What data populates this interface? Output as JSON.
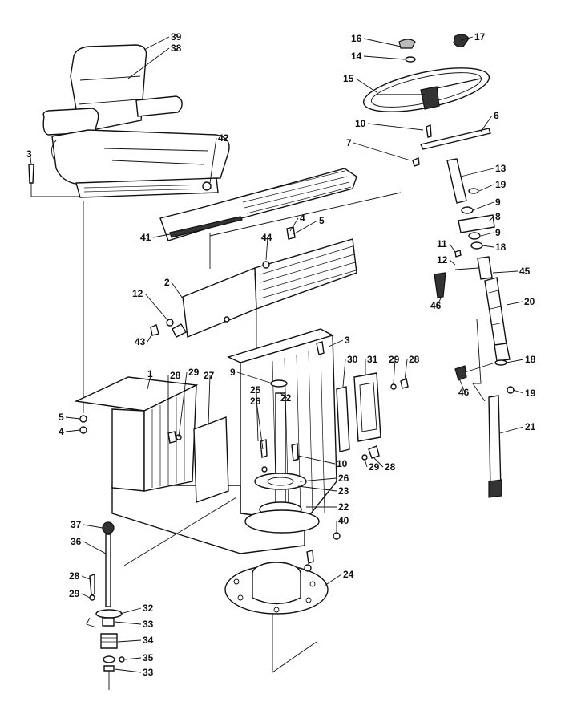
{
  "diagram": {
    "callouts": [
      "39",
      "38",
      "3",
      "42",
      "41",
      "16",
      "14",
      "15",
      "17",
      "10",
      "6",
      "7",
      "13",
      "19",
      "9",
      "8",
      "9",
      "18",
      "11",
      "12",
      "45",
      "46",
      "20",
      "4",
      "5",
      "44",
      "2",
      "12",
      "43",
      "3",
      "18",
      "46",
      "19",
      "21",
      "1",
      "28",
      "29",
      "27",
      "9",
      "25",
      "26",
      "22",
      "30",
      "31",
      "29",
      "28",
      "10",
      "26",
      "23",
      "22",
      "29",
      "28",
      "40",
      "24",
      "5",
      "4",
      "37",
      "36",
      "28",
      "29",
      "32",
      "33",
      "34",
      "35",
      "33"
    ]
  }
}
